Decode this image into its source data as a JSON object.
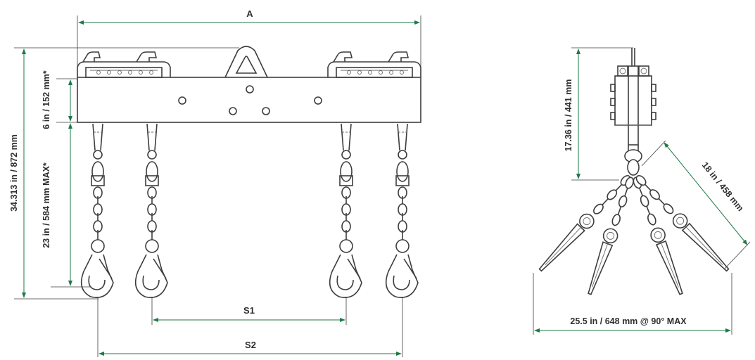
{
  "front_view": {
    "width_label": "A",
    "overall_height_label": "34.313 in / 872 mm",
    "beam_height_label": "6 in / 152 mm*",
    "sling_length_label": "23 in / 584 mm MAX*",
    "inner_spacing_label": "S1",
    "outer_spacing_label": "S2"
  },
  "side_view": {
    "upper_height_label": "17.36 in / 441 mm",
    "leg_length_label": "18 in / 458 mm",
    "spread_label": "25.5 in / 648 mm @ 90° MAX"
  }
}
